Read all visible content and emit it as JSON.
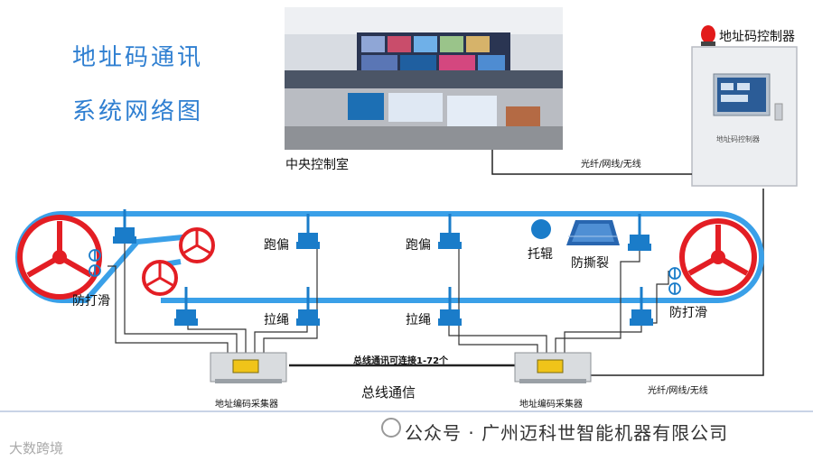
{
  "title": {
    "line1": "地址码通讯",
    "line2": "系统网络图"
  },
  "control_room": {
    "label": "中央控制室"
  },
  "controller": {
    "label": "地址码控制器",
    "panel_text": "地址码控制器"
  },
  "links": {
    "top": "光纤/网线/无线",
    "bottom": "光纤/网线/无线"
  },
  "sensors": {
    "deviation_left": "跑偏",
    "deviation_right": "跑偏",
    "pullcord_left": "拉绳",
    "pullcord_right": "拉绳",
    "idler": "托辊",
    "tear": "防撕裂",
    "slip_left": "防打滑",
    "slip_right": "防打滑"
  },
  "collectors": {
    "left": "地址编码采集器",
    "right": "地址编码采集器"
  },
  "bus": {
    "capacity": "总线通讯可连接1-72个",
    "label": "总线通信"
  },
  "footer": {
    "text": "公众号 · 广州迈科世智能机器有限公司",
    "brand": "大数跨境"
  },
  "colors": {
    "title": "#2f7fd1",
    "belt": "#3aa0e8",
    "sensor": "#1a7cc9",
    "pulley": "#e31e24"
  }
}
